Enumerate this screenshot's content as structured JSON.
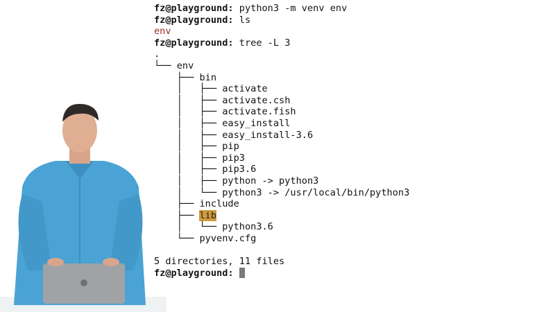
{
  "terminal": {
    "prompt": "fz@playground:",
    "commands": [
      " python3 -m venv env",
      " ls",
      " tree -L 3"
    ],
    "ls_output": "env",
    "tree": [
      ".",
      "└── env",
      "    ├── bin",
      "    │   ├── activate",
      "    │   ├── activate.csh",
      "    │   ├── activate.fish",
      "    │   ├── easy_install",
      "    │   ├── easy_install-3.6",
      "    │   ├── pip",
      "    │   ├── pip3",
      "    │   ├── pip3.6",
      "    │   ├── python -> python3",
      "    │   └── python3 -> /usr/local/bin/python3",
      "    ├── include",
      "    ├── ",
      "    │   └── python3.6",
      "    └── pyvenv.cfg"
    ],
    "highlighted_dir": "lib",
    "summary": "5 directories, 11 files",
    "colors": {
      "prompt_text": "#151515",
      "ls_dir": "#9c2a1f",
      "highlight_bg": "#cf9a3e",
      "cursor": "#7a7a7a"
    }
  }
}
